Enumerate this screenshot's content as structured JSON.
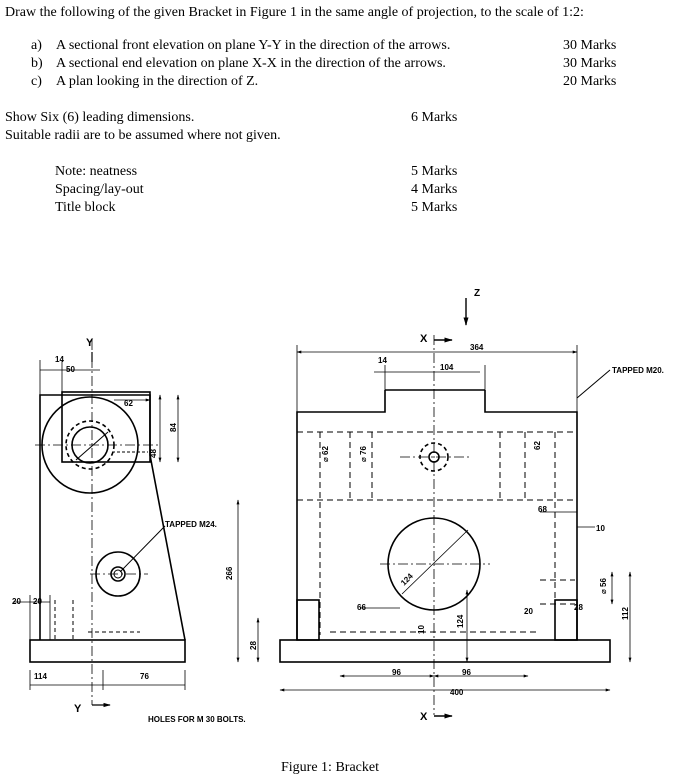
{
  "question": {
    "heading": "Draw the following of the given Bracket in Figure 1 in the same angle of projection, to the scale of 1:2:",
    "tasks": [
      {
        "letter": "a)",
        "text": "A sectional front elevation on plane Y-Y in the direction of the arrows.",
        "marks": "30 Marks"
      },
      {
        "letter": "b)",
        "text": "A sectional end elevation on plane X-X in the direction of the arrows.",
        "marks": "30 Marks"
      },
      {
        "letter": "c)",
        "text": "A plan looking in the direction of Z.",
        "marks": "20 Marks"
      }
    ],
    "dims_line1": "Show Six (6) leading dimensions.",
    "dims_line2": "Suitable radii are to be assumed where not given.",
    "dims_marks": "6 Marks",
    "notes": [
      {
        "label": "Note: neatness",
        "marks": "5 Marks"
      },
      {
        "label": "Spacing/lay-out",
        "marks": "4 Marks"
      },
      {
        "label": "Title block",
        "marks": "5 Marks"
      }
    ]
  },
  "figure": {
    "caption": "Figure 1: Bracket",
    "labels": {
      "y": "Y",
      "x": "X",
      "z": "Z",
      "tapped_m24": "TAPPED M24.",
      "tapped_m20": "TAPPED M20.",
      "holes": "HOLES FOR M 30 BOLTS."
    },
    "dimensions": {
      "d14a": "14",
      "d50": "50",
      "d62a": "62",
      "d84": "84",
      "d48": "48",
      "d20a": "20",
      "d20b": "20",
      "d114": "114",
      "d76a": "76",
      "d266": "266",
      "d28a": "28",
      "d364": "364",
      "d14b": "14",
      "d104": "104",
      "d62b": "⌀ 62",
      "d76b": "⌀ 76",
      "d62c": "62",
      "d68": "68",
      "d10a": "10",
      "d66": "66",
      "d10b": "10",
      "d124a": "124",
      "d124b": "124",
      "d56": "⌀ 56",
      "d20c": "20",
      "d28b": "28",
      "d112": "112",
      "d96a": "96",
      "d96b": "96",
      "d400": "400"
    }
  }
}
